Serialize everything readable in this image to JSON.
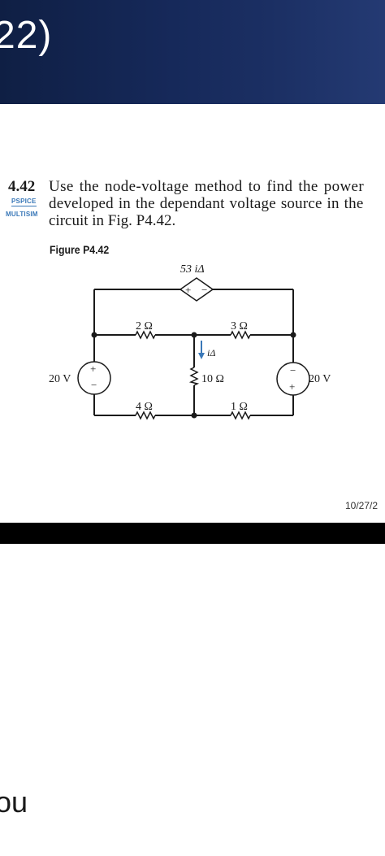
{
  "banner": {
    "text": "22)",
    "background": "#16295a"
  },
  "problem": {
    "number": "4.42",
    "tags": [
      "PSPICE",
      "MULTISIM"
    ],
    "lines": [
      "Use the node-voltage method to find the power",
      "developed in the dependant voltage source in the",
      "circuit in Fig. P4.42."
    ],
    "figure_label": "Figure P4.42"
  },
  "circuit": {
    "dependent_source": "53 iΔ",
    "r_top_left": "2 Ω",
    "r_top_right": "3 Ω",
    "r_middle": "10 Ω",
    "r_bottom_left": "4 Ω",
    "r_bottom_right": "1 Ω",
    "v_left": "20 V",
    "v_right": "20 V",
    "current_label": "iΔ",
    "plus": "+",
    "minus": "−",
    "accent_color": "#3a78b8"
  },
  "date": "10/27/2",
  "bottom_text": "ou"
}
